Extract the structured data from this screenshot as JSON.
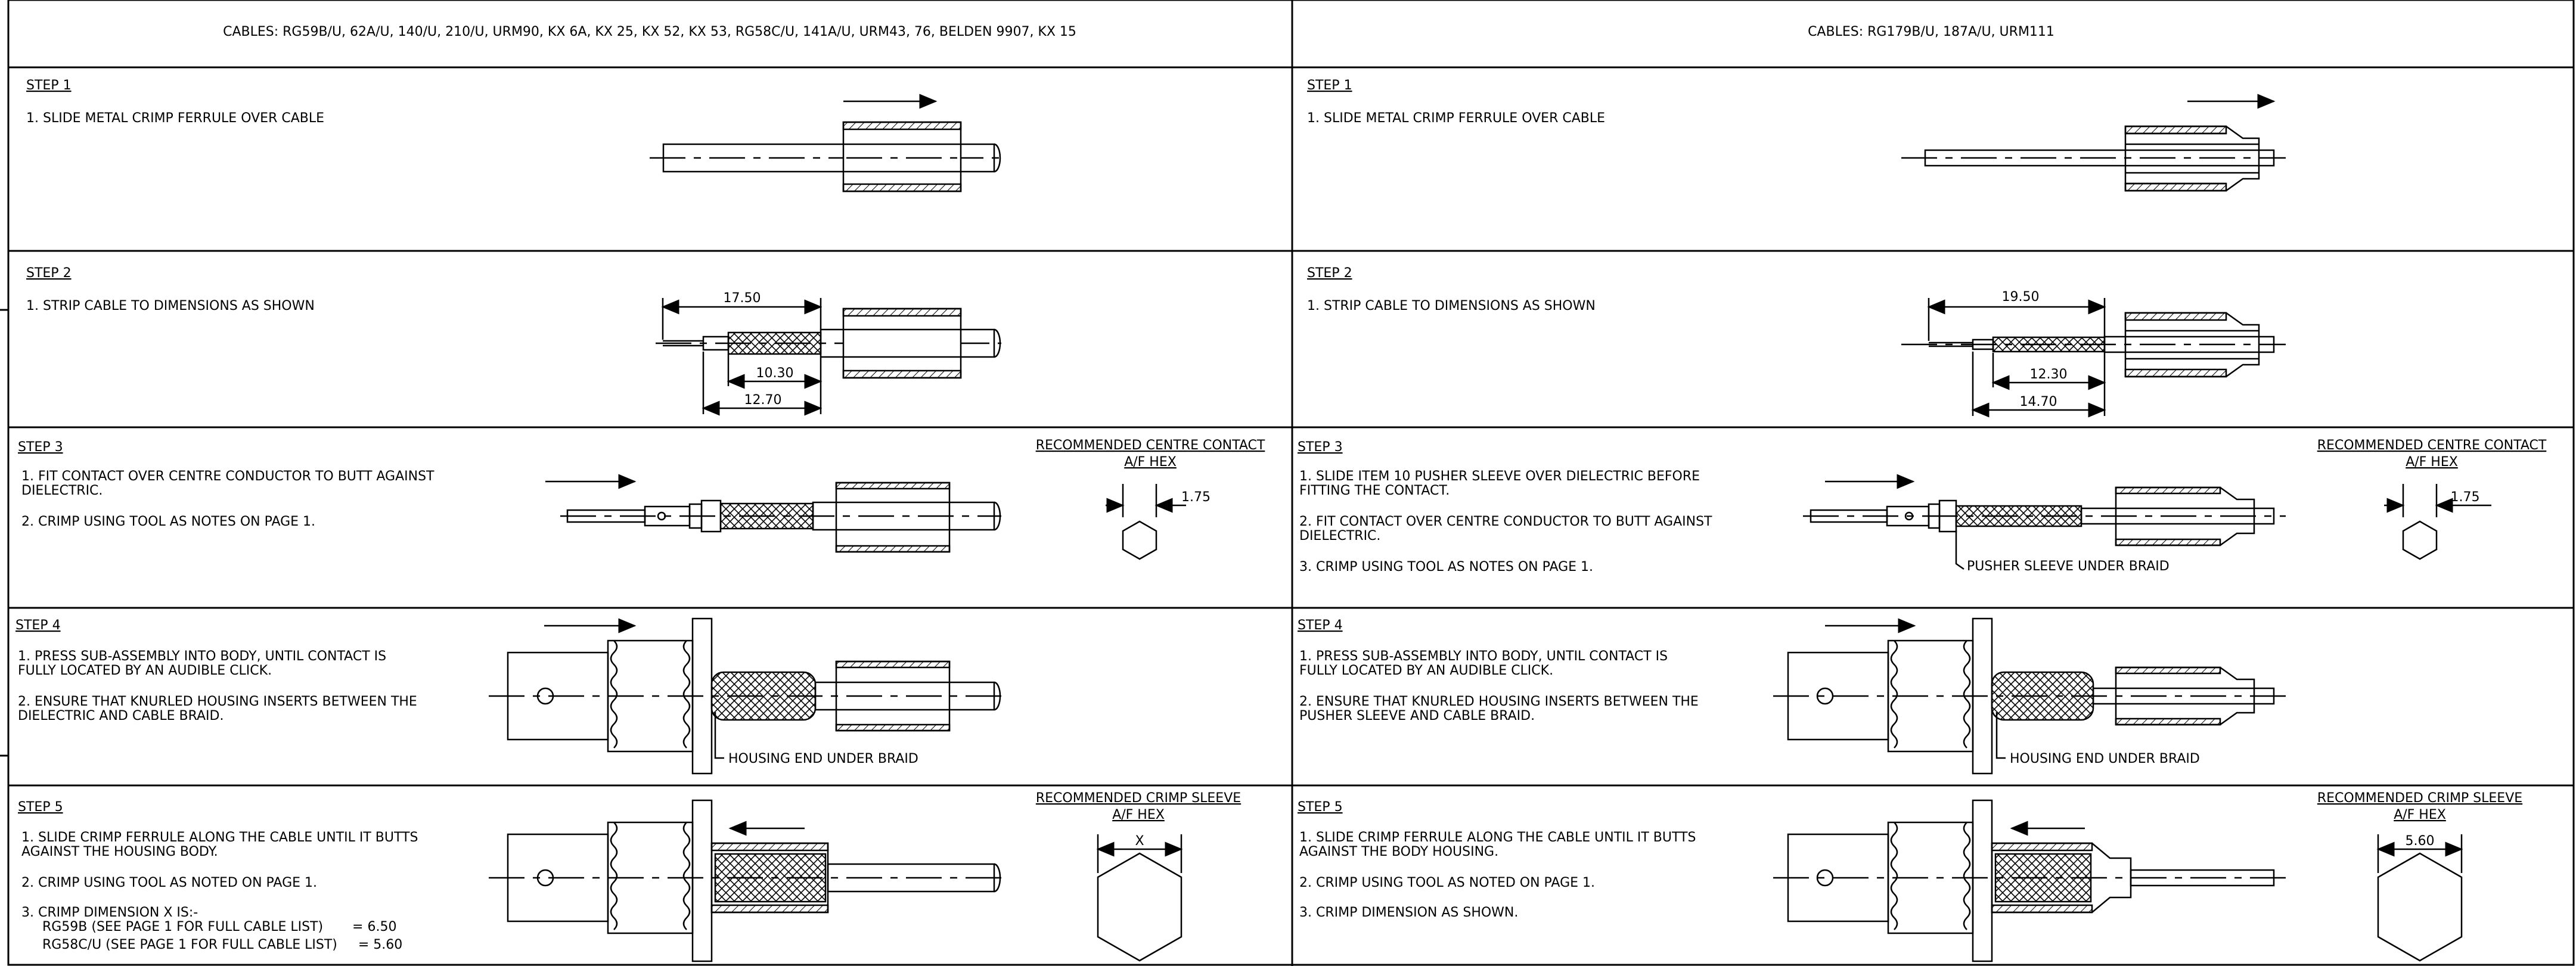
{
  "left_panel": {
    "header": "CABLES: RG59B/U, 62A/U, 140/U, 210/U, URM90, KX 6A, KX 25, KX 52, KX 53, RG58C/U, 141A/U, URM43, 76, BELDEN 9907, KX 15",
    "step1": {
      "title": "STEP 1",
      "lines": [
        "1.  SLIDE METAL CRIMP FERRULE OVER CABLE"
      ]
    },
    "step2": {
      "title": "STEP 2",
      "lines": [
        "1.  STRIP CABLE TO DIMENSIONS AS SHOWN"
      ],
      "dims": [
        "17.50",
        "10.30",
        "12.70"
      ]
    },
    "step3": {
      "title": "STEP 3",
      "lines": [
        "1.  FIT CONTACT OVER CENTRE CONDUCTOR TO BUTT AGAINST",
        "     DIELECTRIC.",
        "2.  CRIMP USING TOOL AS NOTES ON PAGE 1."
      ],
      "recommended_line1": "RECOMMENDED CENTRE CONTACT",
      "recommended_line2": "A/F HEX",
      "hex_dim": "1.75"
    },
    "step4": {
      "title": "STEP 4",
      "lines": [
        "1.  PRESS SUB-ASSEMBLY INTO BODY, UNTIL CONTACT IS",
        "     FULLY LOCATED BY AN AUDIBLE CLICK.",
        "2.  ENSURE THAT KNURLED HOUSING INSERTS BETWEEN THE",
        "     DIELECTRIC AND CABLE BRAID."
      ],
      "callout": "HOUSING END UNDER BRAID"
    },
    "step5": {
      "title": "STEP 5",
      "lines": [
        "1.  SLIDE CRIMP FERRULE ALONG THE CABLE UNTIL IT BUTTS",
        "     AGAINST THE HOUSING BODY.",
        "2.  CRIMP USING TOOL AS NOTED ON PAGE 1.",
        "3.  CRIMP DIMENSION X IS:-",
        "     RG59B (SEE PAGE 1 FOR FULL CABLE LIST)       = 6.50",
        "     RG58C/U (SEE PAGE 1 FOR FULL CABLE LIST)     = 5.60"
      ],
      "recommended_line1": "RECOMMENDED CRIMP SLEEVE",
      "recommended_line2": "A/F HEX",
      "hex_dim": "X"
    }
  },
  "right_panel": {
    "header": "CABLES: RG179B/U, 187A/U, URM111",
    "step1": {
      "title": "STEP 1",
      "lines": [
        "1.  SLIDE METAL CRIMP FERRULE OVER CABLE"
      ]
    },
    "step2": {
      "title": "STEP 2",
      "lines": [
        "1.  STRIP CABLE TO DIMENSIONS AS SHOWN"
      ],
      "dims": [
        "19.50",
        "12.30",
        "14.70"
      ]
    },
    "step3": {
      "title": "STEP 3",
      "lines": [
        "1.  SLIDE ITEM 10 PUSHER SLEEVE OVER DIELECTRIC BEFORE",
        "     FITTING THE CONTACT.",
        "2.  FIT CONTACT OVER CENTRE CONDUCTOR TO BUTT AGAINST",
        "     DIELECTRIC.",
        "3.  CRIMP USING TOOL AS NOTES ON PAGE 1."
      ],
      "callout": "PUSHER SLEEVE UNDER BRAID",
      "recommended_line1": "RECOMMENDED CENTRE CONTACT",
      "recommended_line2": "A/F HEX",
      "hex_dim": "1.75"
    },
    "step4": {
      "title": "STEP 4",
      "lines": [
        "1.  PRESS SUB-ASSEMBLY INTO BODY, UNTIL CONTACT IS",
        "     FULLY LOCATED BY AN AUDIBLE CLICK.",
        "2.  ENSURE THAT KNURLED HOUSING INSERTS BETWEEN THE",
        "     PUSHER SLEEVE AND CABLE BRAID."
      ],
      "callout": "HOUSING END UNDER BRAID"
    },
    "step5": {
      "title": "STEP 5",
      "lines": [
        "1.  SLIDE CRIMP FERRULE ALONG THE CABLE UNTIL IT BUTTS",
        "     AGAINST THE BODY HOUSING.",
        "2.  CRIMP USING TOOL AS NOTED ON PAGE 1.",
        "3.  CRIMP DIMENSION AS SHOWN."
      ],
      "recommended_line1": "RECOMMENDED CRIMP SLEEVE",
      "recommended_line2": "A/F HEX",
      "hex_dim": "5.60"
    }
  }
}
